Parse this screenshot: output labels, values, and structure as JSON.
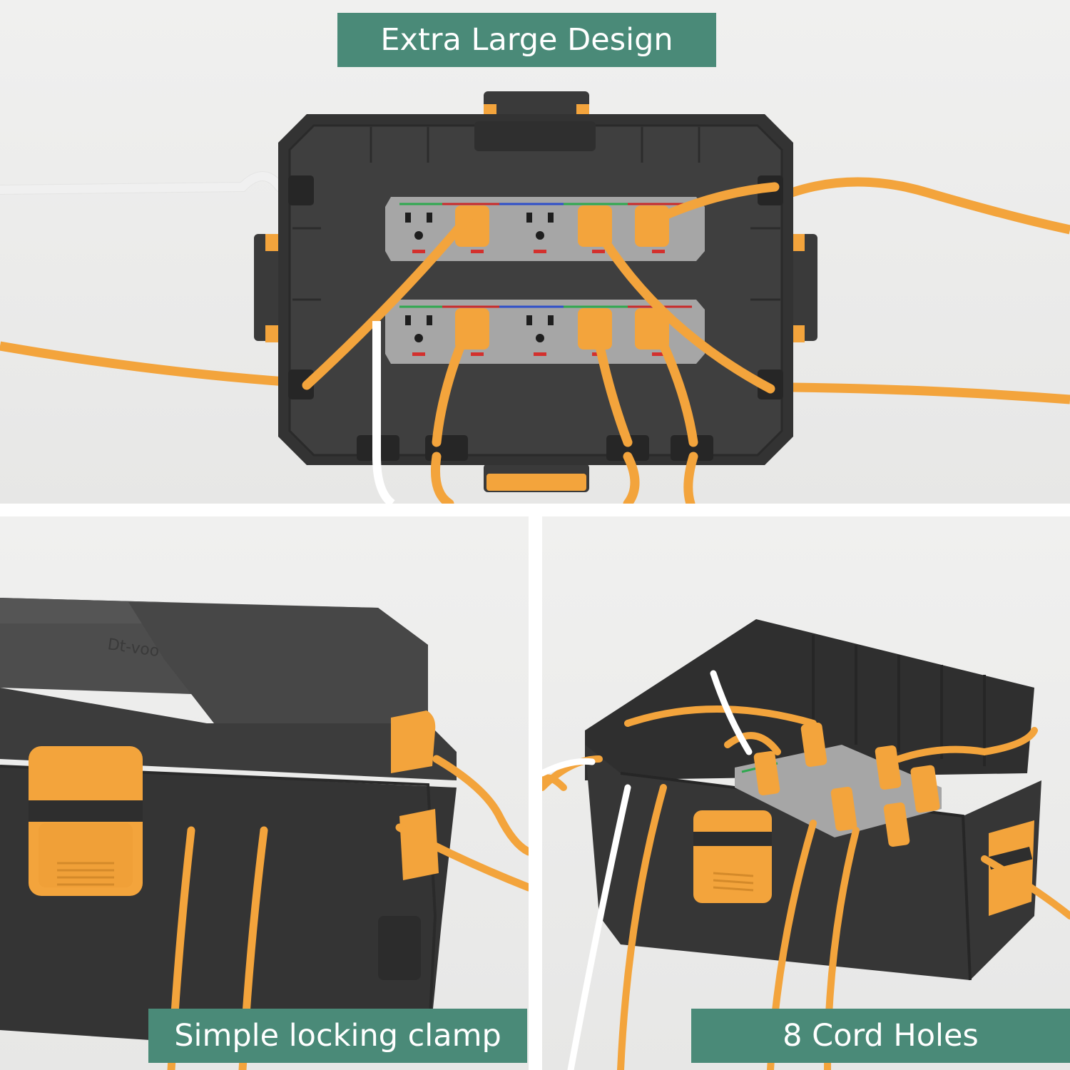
{
  "colors": {
    "banner": "#4a8a78",
    "banner_text": "#ffffff",
    "box": "#3d3d3d",
    "box_dark": "#2a2a2a",
    "accent_orange": "#f3a43c",
    "outlet_strip": "#a6a6a6",
    "background": "#ececeb"
  },
  "panels": {
    "top": {
      "banner": "Extra Large Design"
    },
    "bottom_left": {
      "banner": "Simple locking clamp",
      "lid_logo": "Dt-voo"
    },
    "bottom_right": {
      "banner": "8 Cord Holes"
    }
  }
}
